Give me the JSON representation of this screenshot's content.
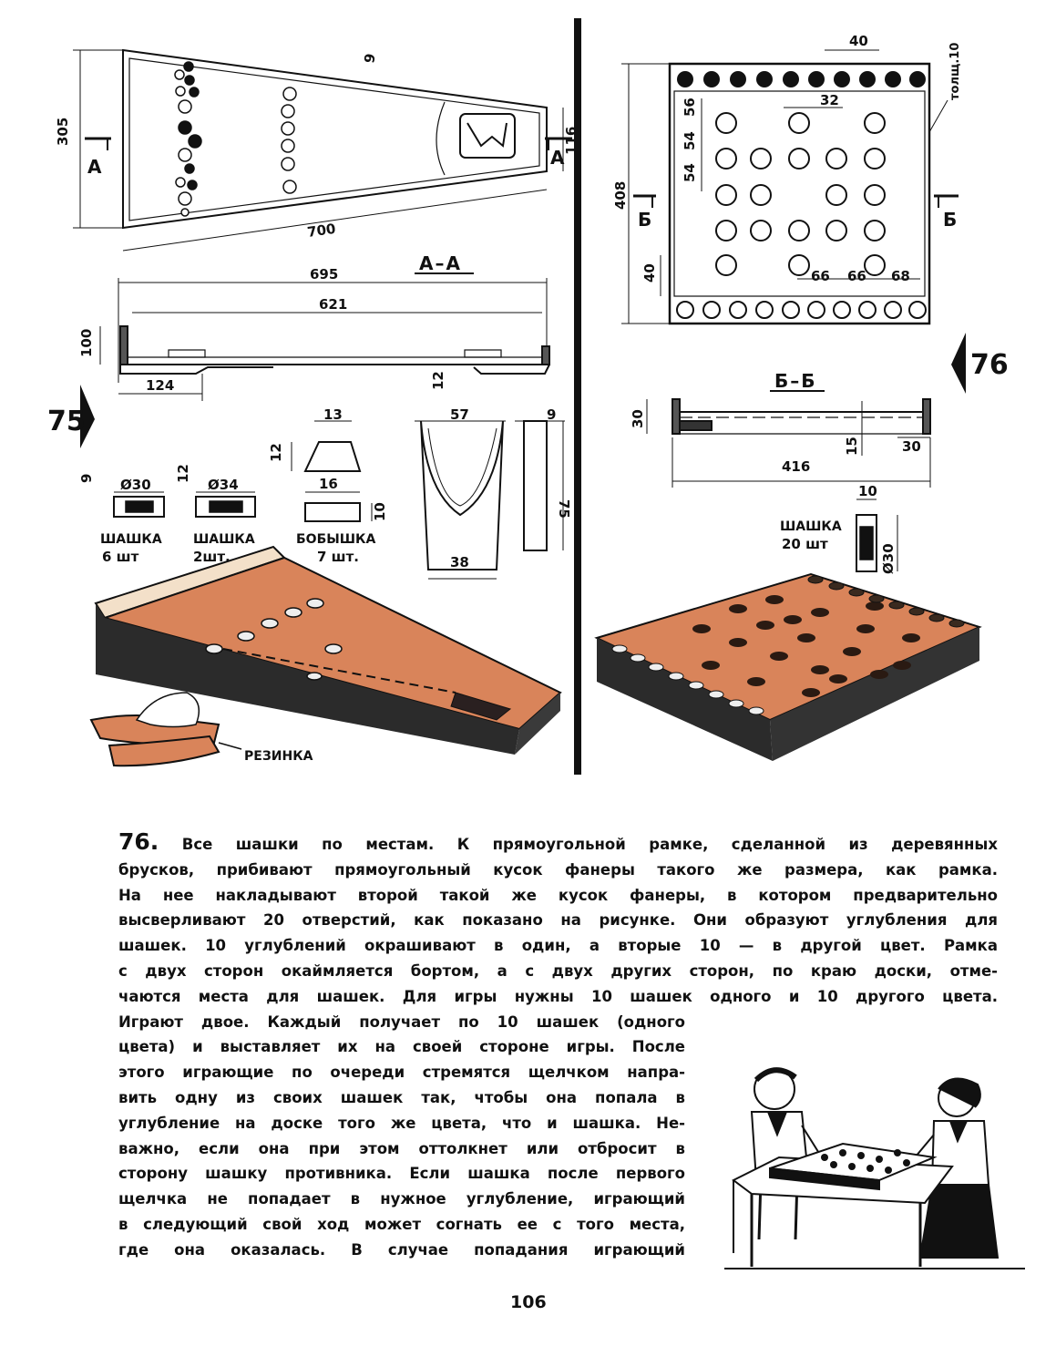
{
  "figure75": {
    "marker": "75",
    "top_dims": {
      "d305": "305",
      "d700": "700",
      "d9": "9",
      "d116": "116",
      "secA": "А"
    },
    "section_aa": {
      "title": "А–А",
      "d695": "695",
      "d621": "621",
      "d100": "100",
      "d124": "124",
      "d12": "12"
    },
    "pieces": {
      "checker6": {
        "dia": "Ø30",
        "h": "9",
        "label1": "ШАШКА",
        "label2": "6 шт"
      },
      "checker2": {
        "dia": "Ø34",
        "h": "12",
        "label1": "ШАШКА",
        "label2": "2шт."
      },
      "boss": {
        "top": "13",
        "h": "12",
        "bottom": "16",
        "h2": "10",
        "label1": "БОБЫШКА",
        "label2": "7 шт."
      },
      "slingshot": {
        "top": "57",
        "bottom": "38",
        "h": "75",
        "t": "9"
      }
    },
    "rubber_label": "РЕЗИНКА"
  },
  "figure76": {
    "marker": "76",
    "dims": {
      "d40top": "40",
      "thickness": "толщ.10",
      "d32": "32",
      "d56": "56",
      "d54a": "54",
      "d54b": "54",
      "d408": "408",
      "d40": "40",
      "d66a": "66",
      "d66b": "66",
      "d68": "68",
      "secB": "Б"
    },
    "section_bb": {
      "title": "Б–Б",
      "d30": "30",
      "d416": "416",
      "d15": "15",
      "d30b": "30"
    },
    "checker": {
      "d10": "10",
      "dia": "Ø30",
      "label1": "ШАШКА",
      "label2": "20 шт"
    }
  },
  "article": {
    "number": "76.",
    "lines": [
      "Все шашки по местам. К прямоугольной рамке, сделанной из деревянных",
      "брусков, прибивают прямоугольный кусок фанеры такого же размера, как рамка.",
      "На нее накладывают второй такой же кусок фанеры, в котором предварительно",
      "высверливают 20 отверстий, как показано на рисунке. Они образуют углубления для",
      "шашек. 10 углублений окрашивают в один, а вторые 10 — в другой цвет. Рамка",
      "с двух сторон окаймляется бортом, а с двух других сторон, по краю доски, отме-",
      "чаются места для шашек. Для игры нужны 10 шашек одного и 10 другого цвета.",
      "Играют двое. Каждый получает по 10 шашек (одного",
      "цвета) и выставляет их на своей стороне игры. После",
      "этого играющие по очереди стремятся щелчком напра-",
      "вить одну из своих шашек так, чтобы она попала в",
      "углубление на доске того же цвета, что и шашка. Не-",
      "важно, если она при этом оттолкнет или отбросит в",
      "сторону шашку противника. Если шашка после первого",
      "щелчка не попадает в нужное углубление, играющий",
      "в следующий свой ход может согнать ее с того места,",
      "где она оказалась. В случае попадания играющий"
    ]
  },
  "page_number": "106"
}
